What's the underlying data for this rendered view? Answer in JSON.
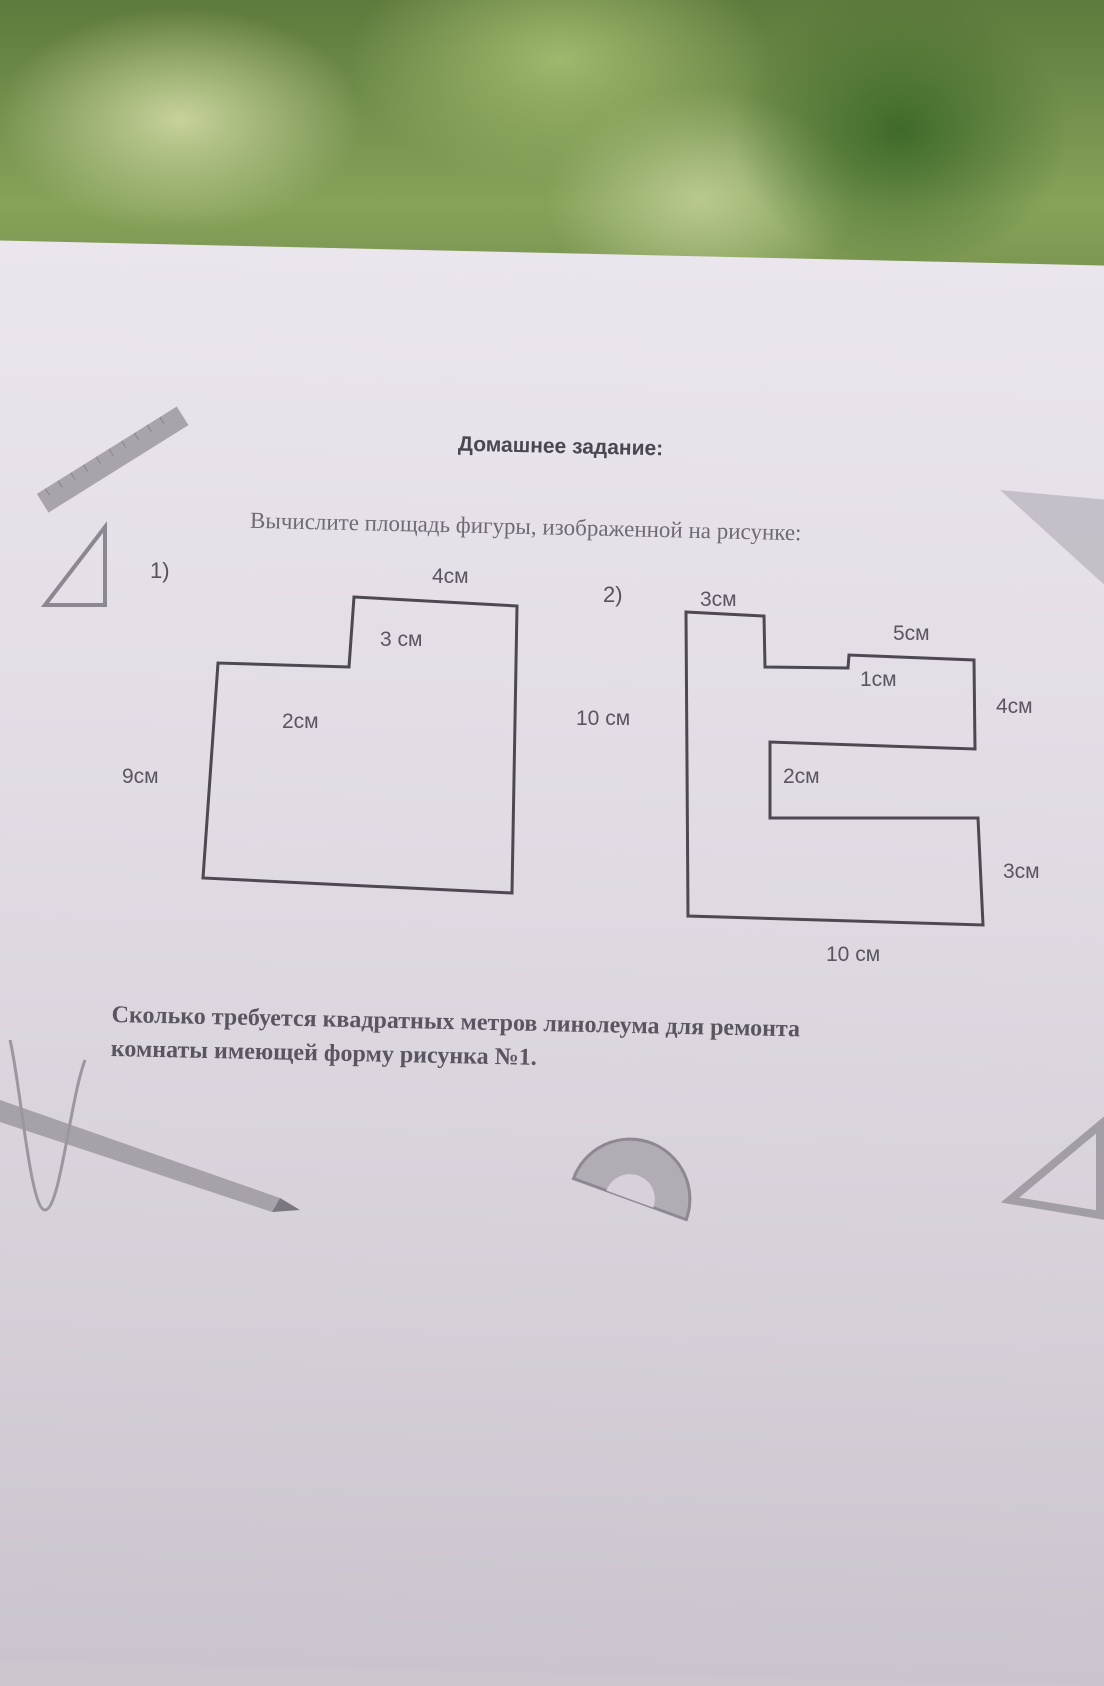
{
  "title": "Домашнее задание:",
  "task": "Вычислите площадь фигуры, изображенной на рисунке:",
  "figure1": {
    "number": "1)",
    "label_top": "4см",
    "label_step": "3 см",
    "label_mid": "2см",
    "label_left": "9см"
  },
  "figure2": {
    "number": "2)",
    "label_top_left": "3см",
    "label_top_right": "5см",
    "label_notch": "1см",
    "label_right_upper": "4см",
    "label_left": "10 см",
    "label_lower_notch": "2см",
    "label_right_lower": "3см",
    "label_bottom": "10 см"
  },
  "question": {
    "line1": "Сколько требуется квадратных метров линолеума для ремонта",
    "line2": "комнаты имеющей форму рисунка №1."
  }
}
